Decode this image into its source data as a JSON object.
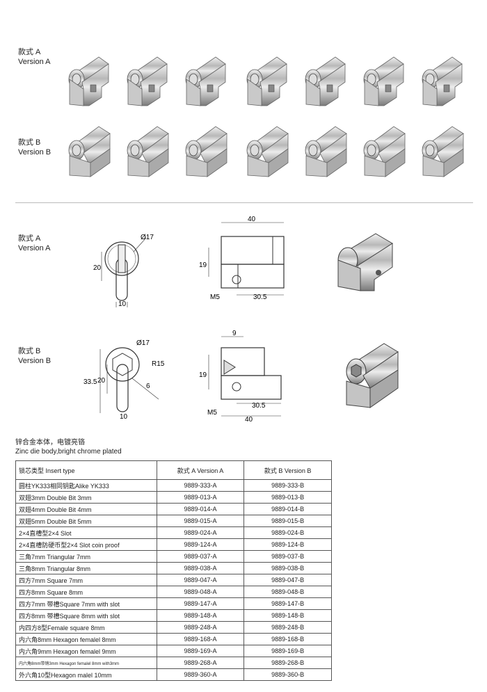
{
  "sections": {
    "top_a": {
      "cn": "款式 A",
      "en": "Version A"
    },
    "top_b": {
      "cn": "款式 B",
      "en": "Version B"
    },
    "mid_a": {
      "cn": "款式 A",
      "en": "Version A"
    },
    "mid_b": {
      "cn": "款式 B",
      "en": "Version B"
    }
  },
  "dimensions": {
    "a": {
      "diameter": "Ø17",
      "height": "20",
      "width": "10",
      "length": "40",
      "depth": "19",
      "thread": "M5",
      "offset": "30.5"
    },
    "b": {
      "diameter": "Ø17",
      "radius": "R15",
      "height_total": "33.5",
      "height": "20",
      "slot": "6",
      "width": "10",
      "top": "9",
      "depth": "19",
      "thread": "M5",
      "offset": "30.5",
      "length": "40"
    }
  },
  "material": {
    "cn": "锌合金本体，电镀亮铬",
    "en": "Zinc die body,bright chrome plated"
  },
  "table": {
    "headers": [
      "锁芯类型 Insert type",
      "款式 A  Version A",
      "款式 B  Version B"
    ],
    "rows": [
      [
        "圆柱YK333相同钥匙Alike YK333",
        "9889-333-A",
        "9889-333-B"
      ],
      [
        "双翅3mm Double Bit 3mm",
        "9889-013-A",
        "9889-013-B"
      ],
      [
        "双翅4mm Double Bit 4mm",
        "9889-014-A",
        "9889-014-B"
      ],
      [
        "双翅5mm Double Bit 5mm",
        "9889-015-A",
        "9889-015-B"
      ],
      [
        "2×4直槽型2×4 Slot",
        "9889-024-A",
        "9889-024-B"
      ],
      [
        "2×4直槽防硬币型2×4 Slot coin proof",
        "9889-124-A",
        "9889-124-B"
      ],
      [
        "三角7mm Triangular 7mm",
        "9889-037-A",
        "9889-037-B"
      ],
      [
        "三角8mm Triangular 8mm",
        "9889-038-A",
        "9889-038-B"
      ],
      [
        "四方7mm Square 7mm",
        "9889-047-A",
        "9889-047-B"
      ],
      [
        "四方8mm Square 8mm",
        "9889-048-A",
        "9889-048-B"
      ],
      [
        "四方7mm 带槽Square 7mm with slot",
        "9889-147-A",
        "9889-147-B"
      ],
      [
        "四方8mm 带槽Square 8mm with slot",
        "9889-148-A",
        "9889-148-B"
      ],
      [
        "内四方8型Female square 8mm",
        "9889-248-A",
        "9889-248-B"
      ],
      [
        "内六角8mm Hexagon femalel 8mm",
        "9889-168-A",
        "9889-168-B"
      ],
      [
        "内六角9mm Hexagon femalel 9mm",
        "9889-169-A",
        "9889-169-B"
      ],
      [
        "内六角8mm带销3mm Hexagon femalel 8mm with3mm",
        "9889-268-A",
        "9889-268-B"
      ],
      [
        "外六角10型Hexagon malel 10mm",
        "9889-360-A",
        "9889-360-B"
      ]
    ]
  }
}
